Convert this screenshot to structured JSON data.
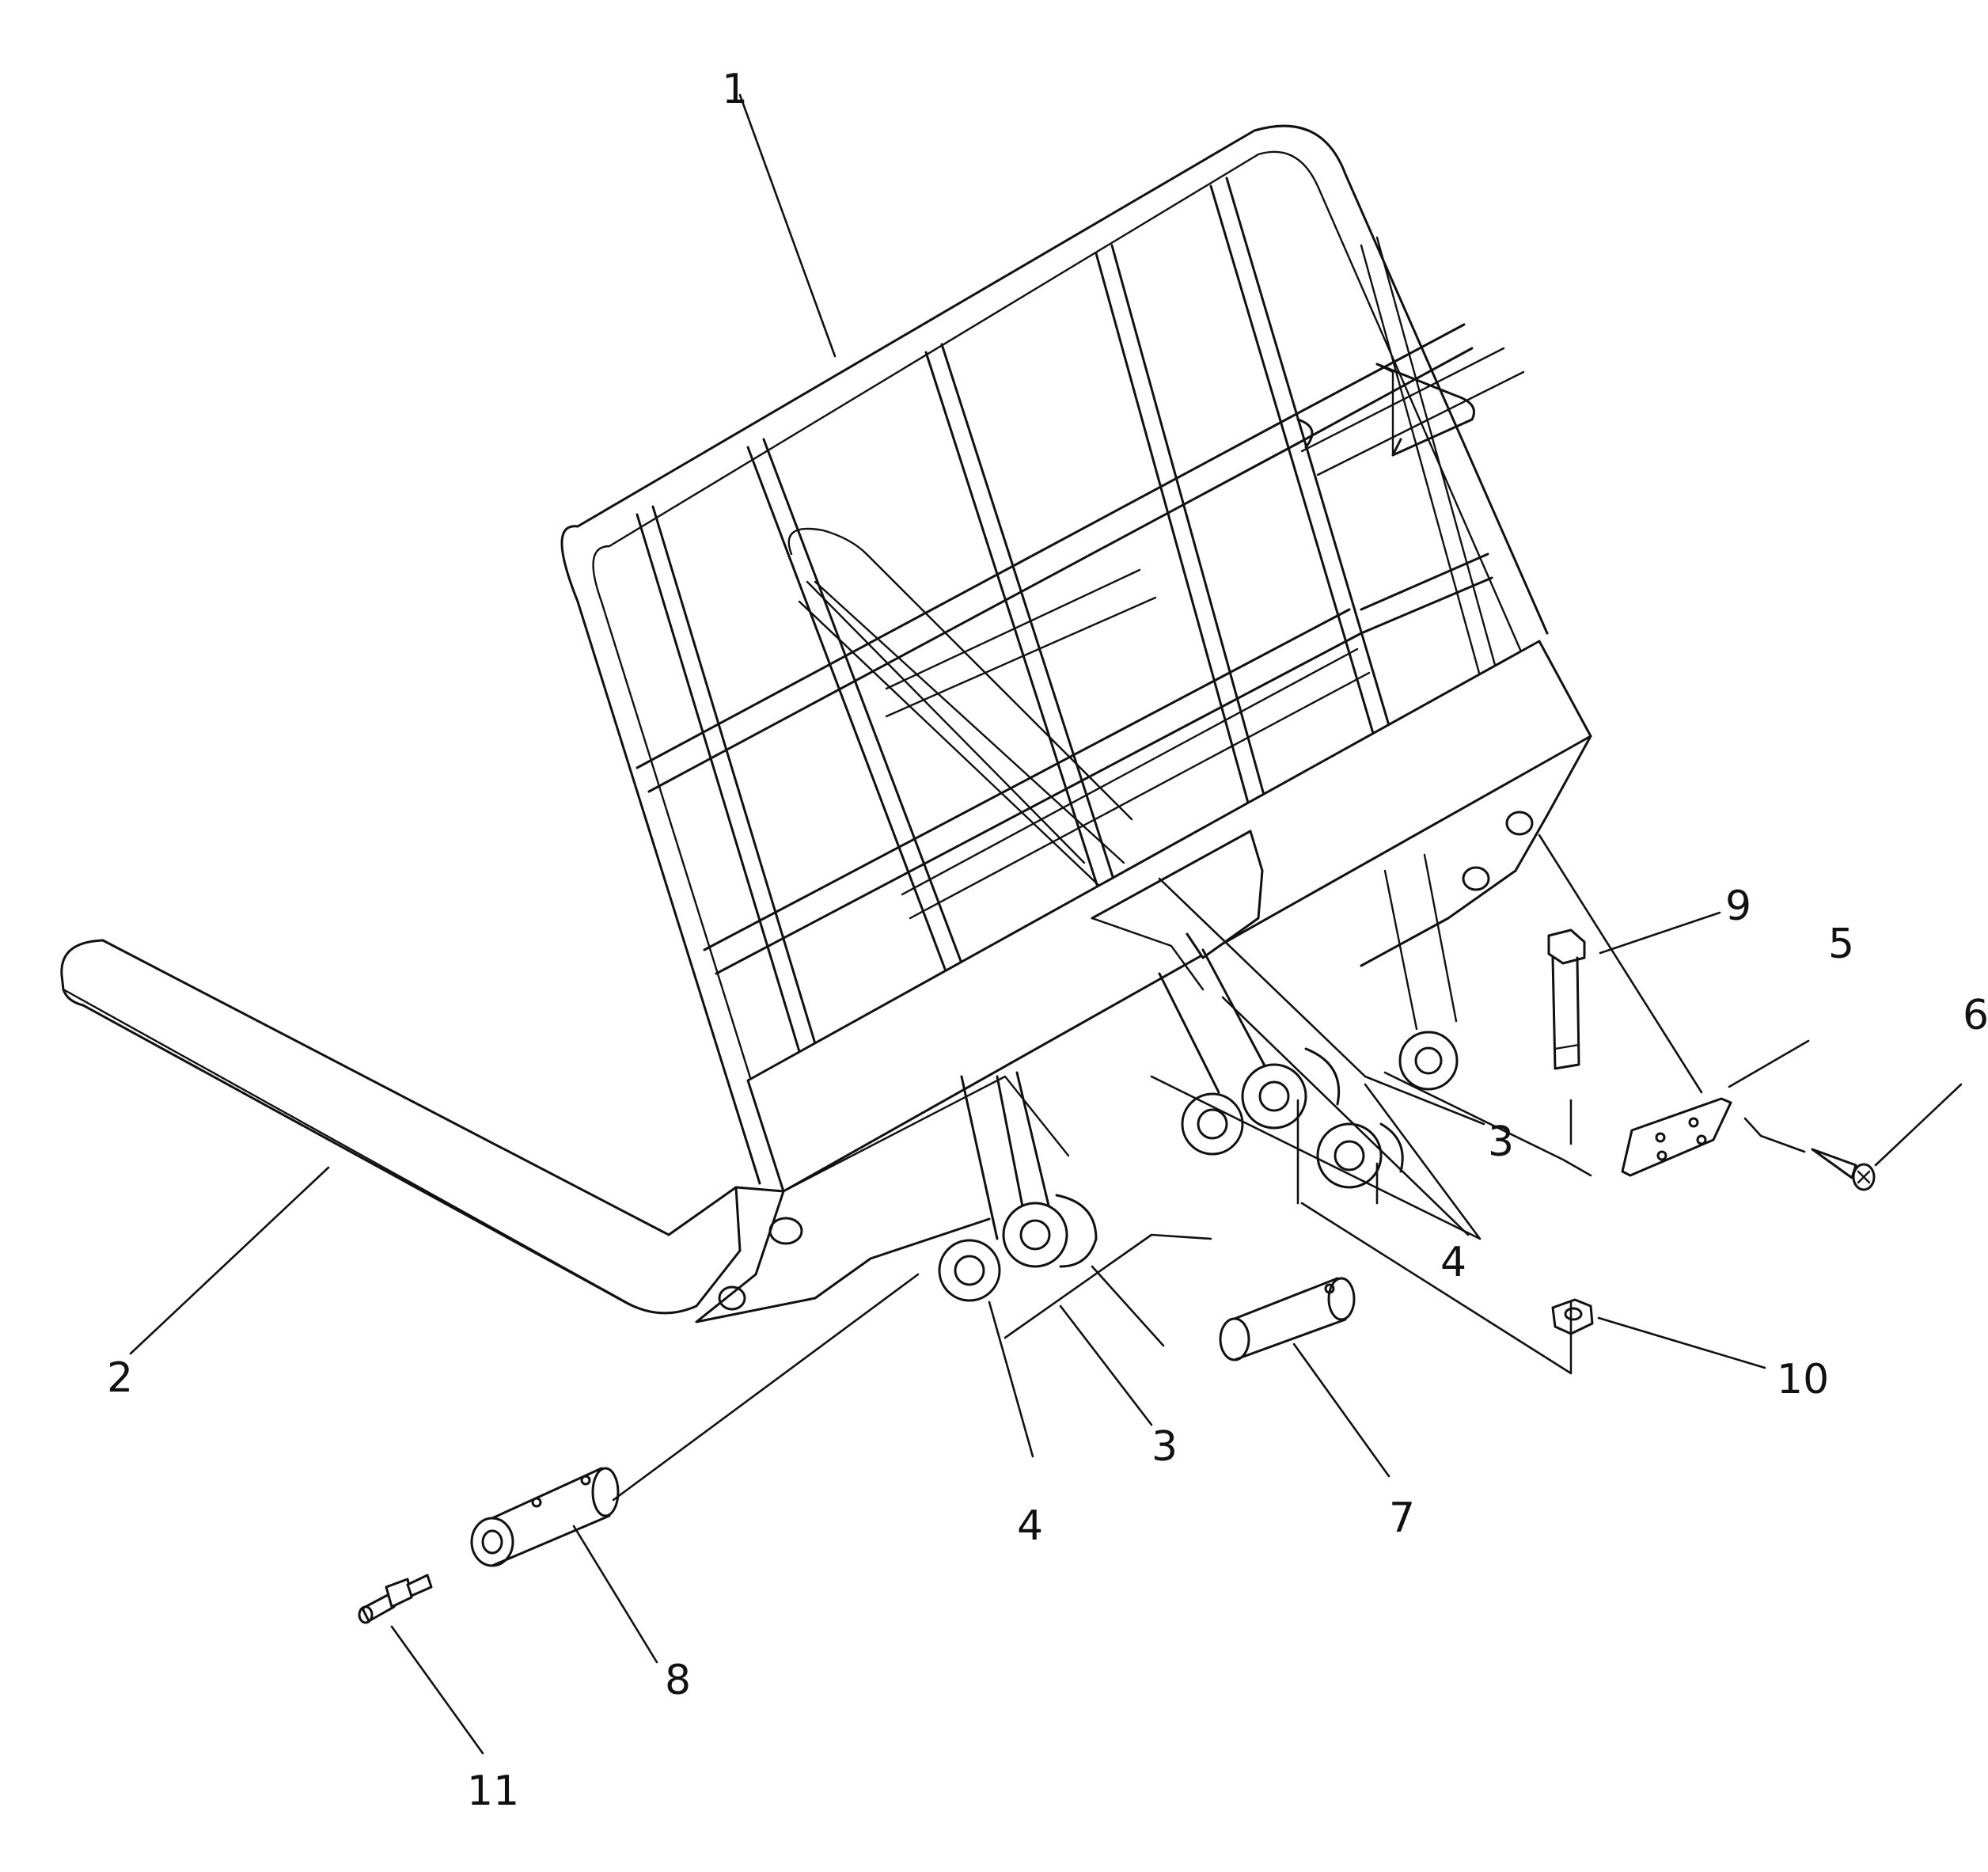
{
  "callouts": [
    {
      "id": "c1",
      "label": "1"
    },
    {
      "id": "c2",
      "label": "2"
    },
    {
      "id": "c3a",
      "label": "3"
    },
    {
      "id": "c3b",
      "label": "3"
    },
    {
      "id": "c4a",
      "label": "4"
    },
    {
      "id": "c4b",
      "label": "4"
    },
    {
      "id": "c5",
      "label": "5"
    },
    {
      "id": "c6",
      "label": "6"
    },
    {
      "id": "c7",
      "label": "7"
    },
    {
      "id": "c8",
      "label": "8"
    },
    {
      "id": "c9",
      "label": "9"
    },
    {
      "id": "c10",
      "label": "10"
    },
    {
      "id": "c11",
      "label": "11"
    }
  ]
}
